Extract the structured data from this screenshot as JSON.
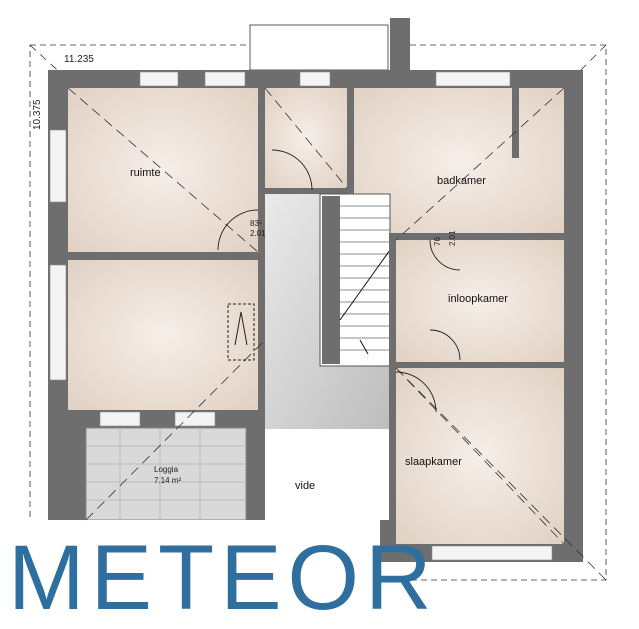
{
  "dimensions": {
    "width": "11.235",
    "height": "10.375"
  },
  "rooms": {
    "ruimte": "ruimte",
    "badkamer": "badkamer",
    "inloopkamer": "inloopkamer",
    "slaapkamer": "slaapkamer",
    "loggia": "Loggia",
    "loggia_area": "7.14 m²",
    "vide": "vide"
  },
  "annotations": {
    "door1_w": "83⁵",
    "door1_h": "2.01",
    "door2_w": "76",
    "door2_h": "2.01"
  },
  "logo": "METEOR",
  "colors": {
    "room_fill": "#ece0d6",
    "wall": "#6e6e6e",
    "hall": "#d6d6d6",
    "logo": "#2f6fa0"
  }
}
